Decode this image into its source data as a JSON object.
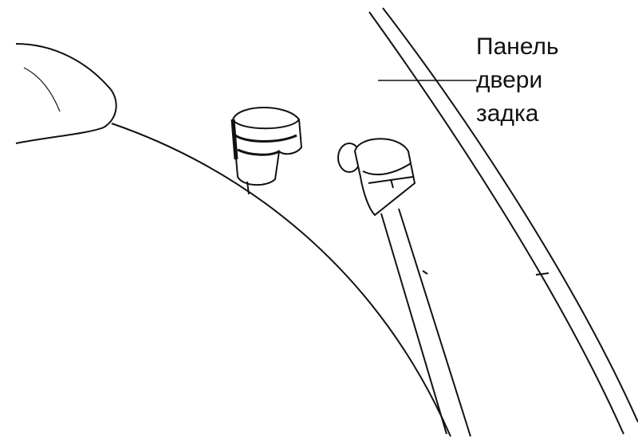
{
  "callout": {
    "line1": "Панель",
    "line2": "двери",
    "line3": "задка"
  },
  "colors": {
    "ink": "#111111",
    "background": "#ffffff"
  }
}
